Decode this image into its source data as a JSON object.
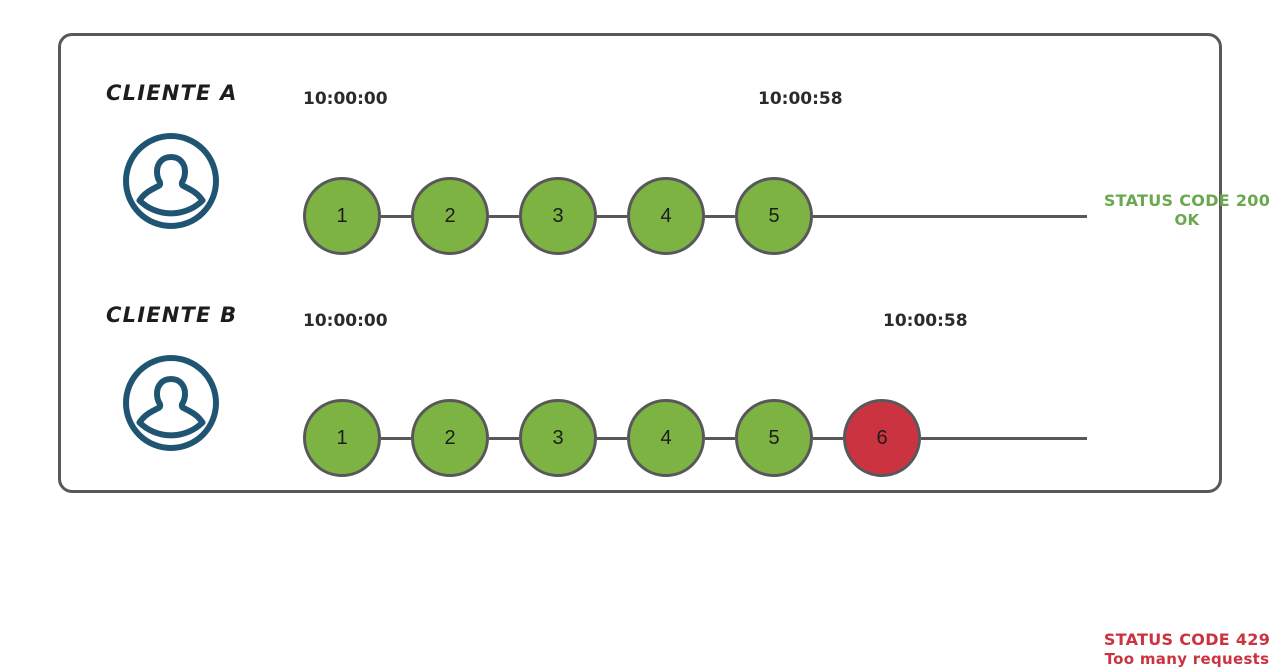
{
  "diagram": {
    "title": "Rate limiting comparison between two clients",
    "colors": {
      "frame_border": "#58585a",
      "node_ok": "#7cb342",
      "node_blocked": "#cc3340",
      "node_stroke": "#58585a",
      "avatar": "#1f5573",
      "status_ok": "#6aa84f",
      "status_error": "#cc3340",
      "background": "#ffffff"
    },
    "rows": [
      {
        "id": "client-a",
        "label": "CLIENTE A",
        "avatar_icon": "user-circle-icon",
        "time_start": "10:00:00",
        "time_end": "10:00:58",
        "requests": [
          {
            "number": "1",
            "state": "ok"
          },
          {
            "number": "2",
            "state": "ok"
          },
          {
            "number": "3",
            "state": "ok"
          },
          {
            "number": "4",
            "state": "ok"
          },
          {
            "number": "5",
            "state": "ok"
          }
        ],
        "status": {
          "code": "STATUS CODE 200",
          "message": "OK",
          "state": "ok"
        }
      },
      {
        "id": "client-b",
        "label": "CLIENTE B",
        "avatar_icon": "user-circle-icon",
        "time_start": "10:00:00",
        "time_end": "10:00:58",
        "requests": [
          {
            "number": "1",
            "state": "ok"
          },
          {
            "number": "2",
            "state": "ok"
          },
          {
            "number": "3",
            "state": "ok"
          },
          {
            "number": "4",
            "state": "ok"
          },
          {
            "number": "5",
            "state": "ok"
          },
          {
            "number": "6",
            "state": "blocked"
          }
        ],
        "status": {
          "code": "STATUS CODE 429",
          "message": "Too many requests",
          "state": "blocked"
        }
      }
    ]
  }
}
